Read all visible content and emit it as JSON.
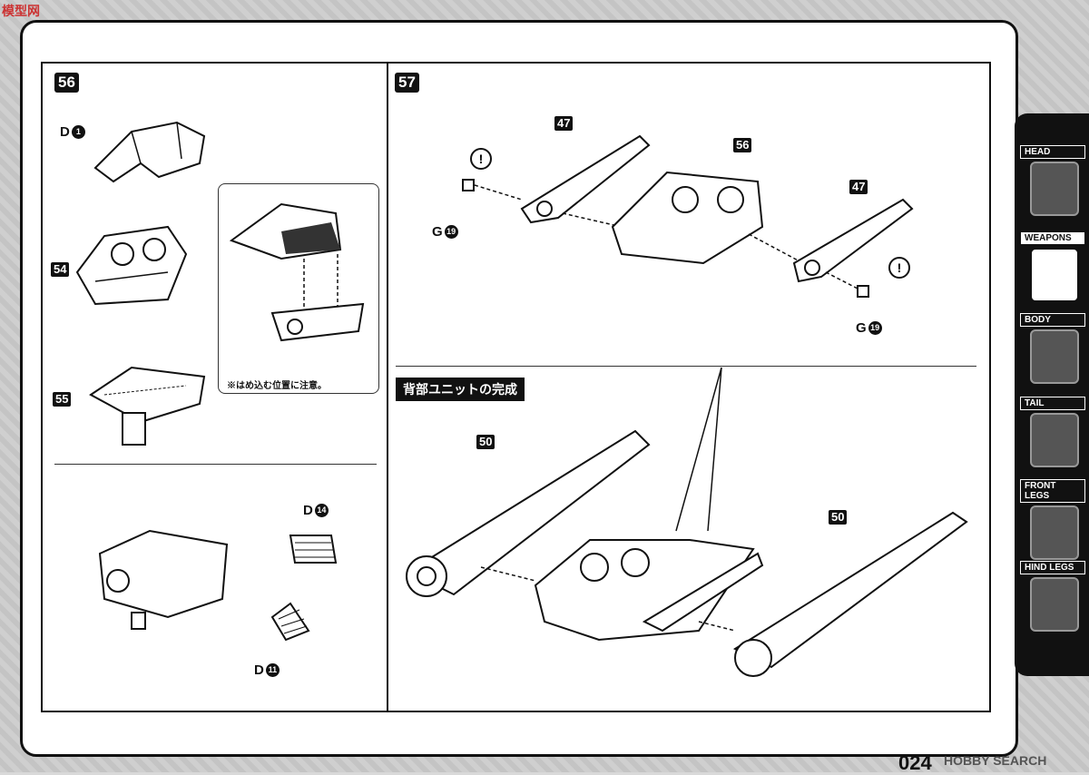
{
  "watermark": {
    "logo": "模型网",
    "credit": "HOBBY SEARCH"
  },
  "page_number": "024",
  "steps": {
    "s56": "56",
    "s57": "57"
  },
  "step56": {
    "part_d1": {
      "letter": "D",
      "num": "1"
    },
    "label_54": "54",
    "label_55": "55",
    "note": "※はめ込む位置に注意。",
    "part_d14": {
      "letter": "D",
      "num": "14"
    },
    "part_d11": {
      "letter": "D",
      "num": "11"
    }
  },
  "step57": {
    "label_47a": "47",
    "label_56": "56",
    "label_47b": "47",
    "part_g19a": {
      "letter": "G",
      "num": "19"
    },
    "part_g19b": {
      "letter": "G",
      "num": "19"
    },
    "warn_symbol": "!"
  },
  "completion": {
    "banner": "背部ユニットの完成",
    "label_50a": "50",
    "label_50b": "50"
  },
  "sidebar": {
    "tabs": [
      {
        "label": "HEAD",
        "active": false
      },
      {
        "label": "WEAPONS",
        "active": true
      },
      {
        "label": "BODY",
        "active": false
      },
      {
        "label": "TAIL",
        "active": false
      },
      {
        "label": "FRONT LEGS",
        "active": false
      },
      {
        "label": "HIND LEGS",
        "active": false
      }
    ]
  }
}
